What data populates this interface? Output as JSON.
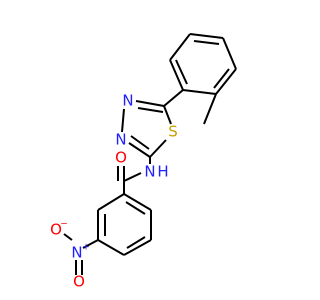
{
  "colors": {
    "background": "#ffffff",
    "bond": "#000000",
    "nitrogen": "#2020ff",
    "oxygen": "#ff0000",
    "sulfur": "#c8a000"
  },
  "atoms": {
    "n1": "N",
    "n2": "N",
    "s1": "S",
    "nh_n": "N",
    "nh_h": "H",
    "carbonyl_o": "O",
    "nitro_n": "N",
    "nitro_n_charge": "+",
    "nitro_o1": "O",
    "nitro_o1_charge": "−",
    "nitro_o2": "O"
  }
}
